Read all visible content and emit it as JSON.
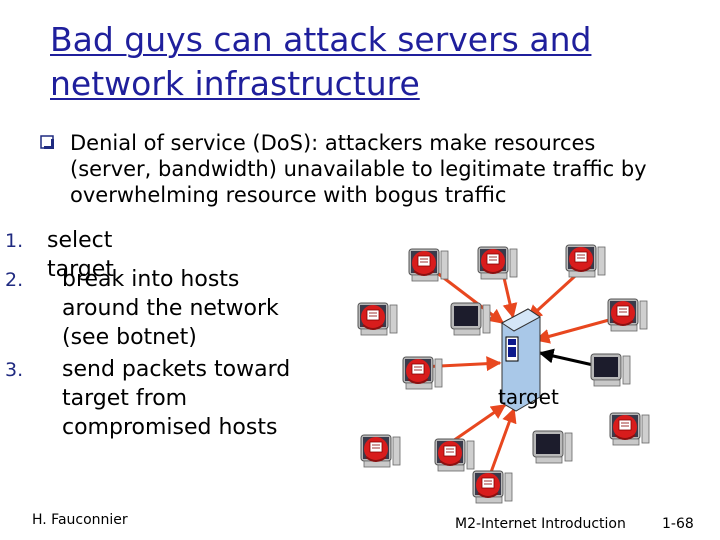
{
  "slide": {
    "title": "Bad guys can attack servers and network infrastructure",
    "bullet": "Denial of service (DoS): attackers make resources (server, bandwidth) unavailable to legitimate traffic by overwhelming resource with bogus traffic",
    "steps": [
      {
        "num": "1.",
        "lines": [
          "select target"
        ]
      },
      {
        "num": "2.",
        "lines": [
          "break into hosts",
          "around the network",
          "(see botnet)"
        ]
      },
      {
        "num": "3.",
        "lines": [
          "send packets toward",
          "target from",
          "compromised hosts"
        ]
      }
    ],
    "target_label": "target",
    "footer": {
      "author": "H. Fauconnier",
      "course": "M2-Internet Introduction",
      "page": "1-68"
    }
  },
  "colors": {
    "title": "#1f1f9c",
    "arrow": "#e8471f",
    "host_red": "#d81c1c",
    "server_blue": "#a9c8e8"
  }
}
